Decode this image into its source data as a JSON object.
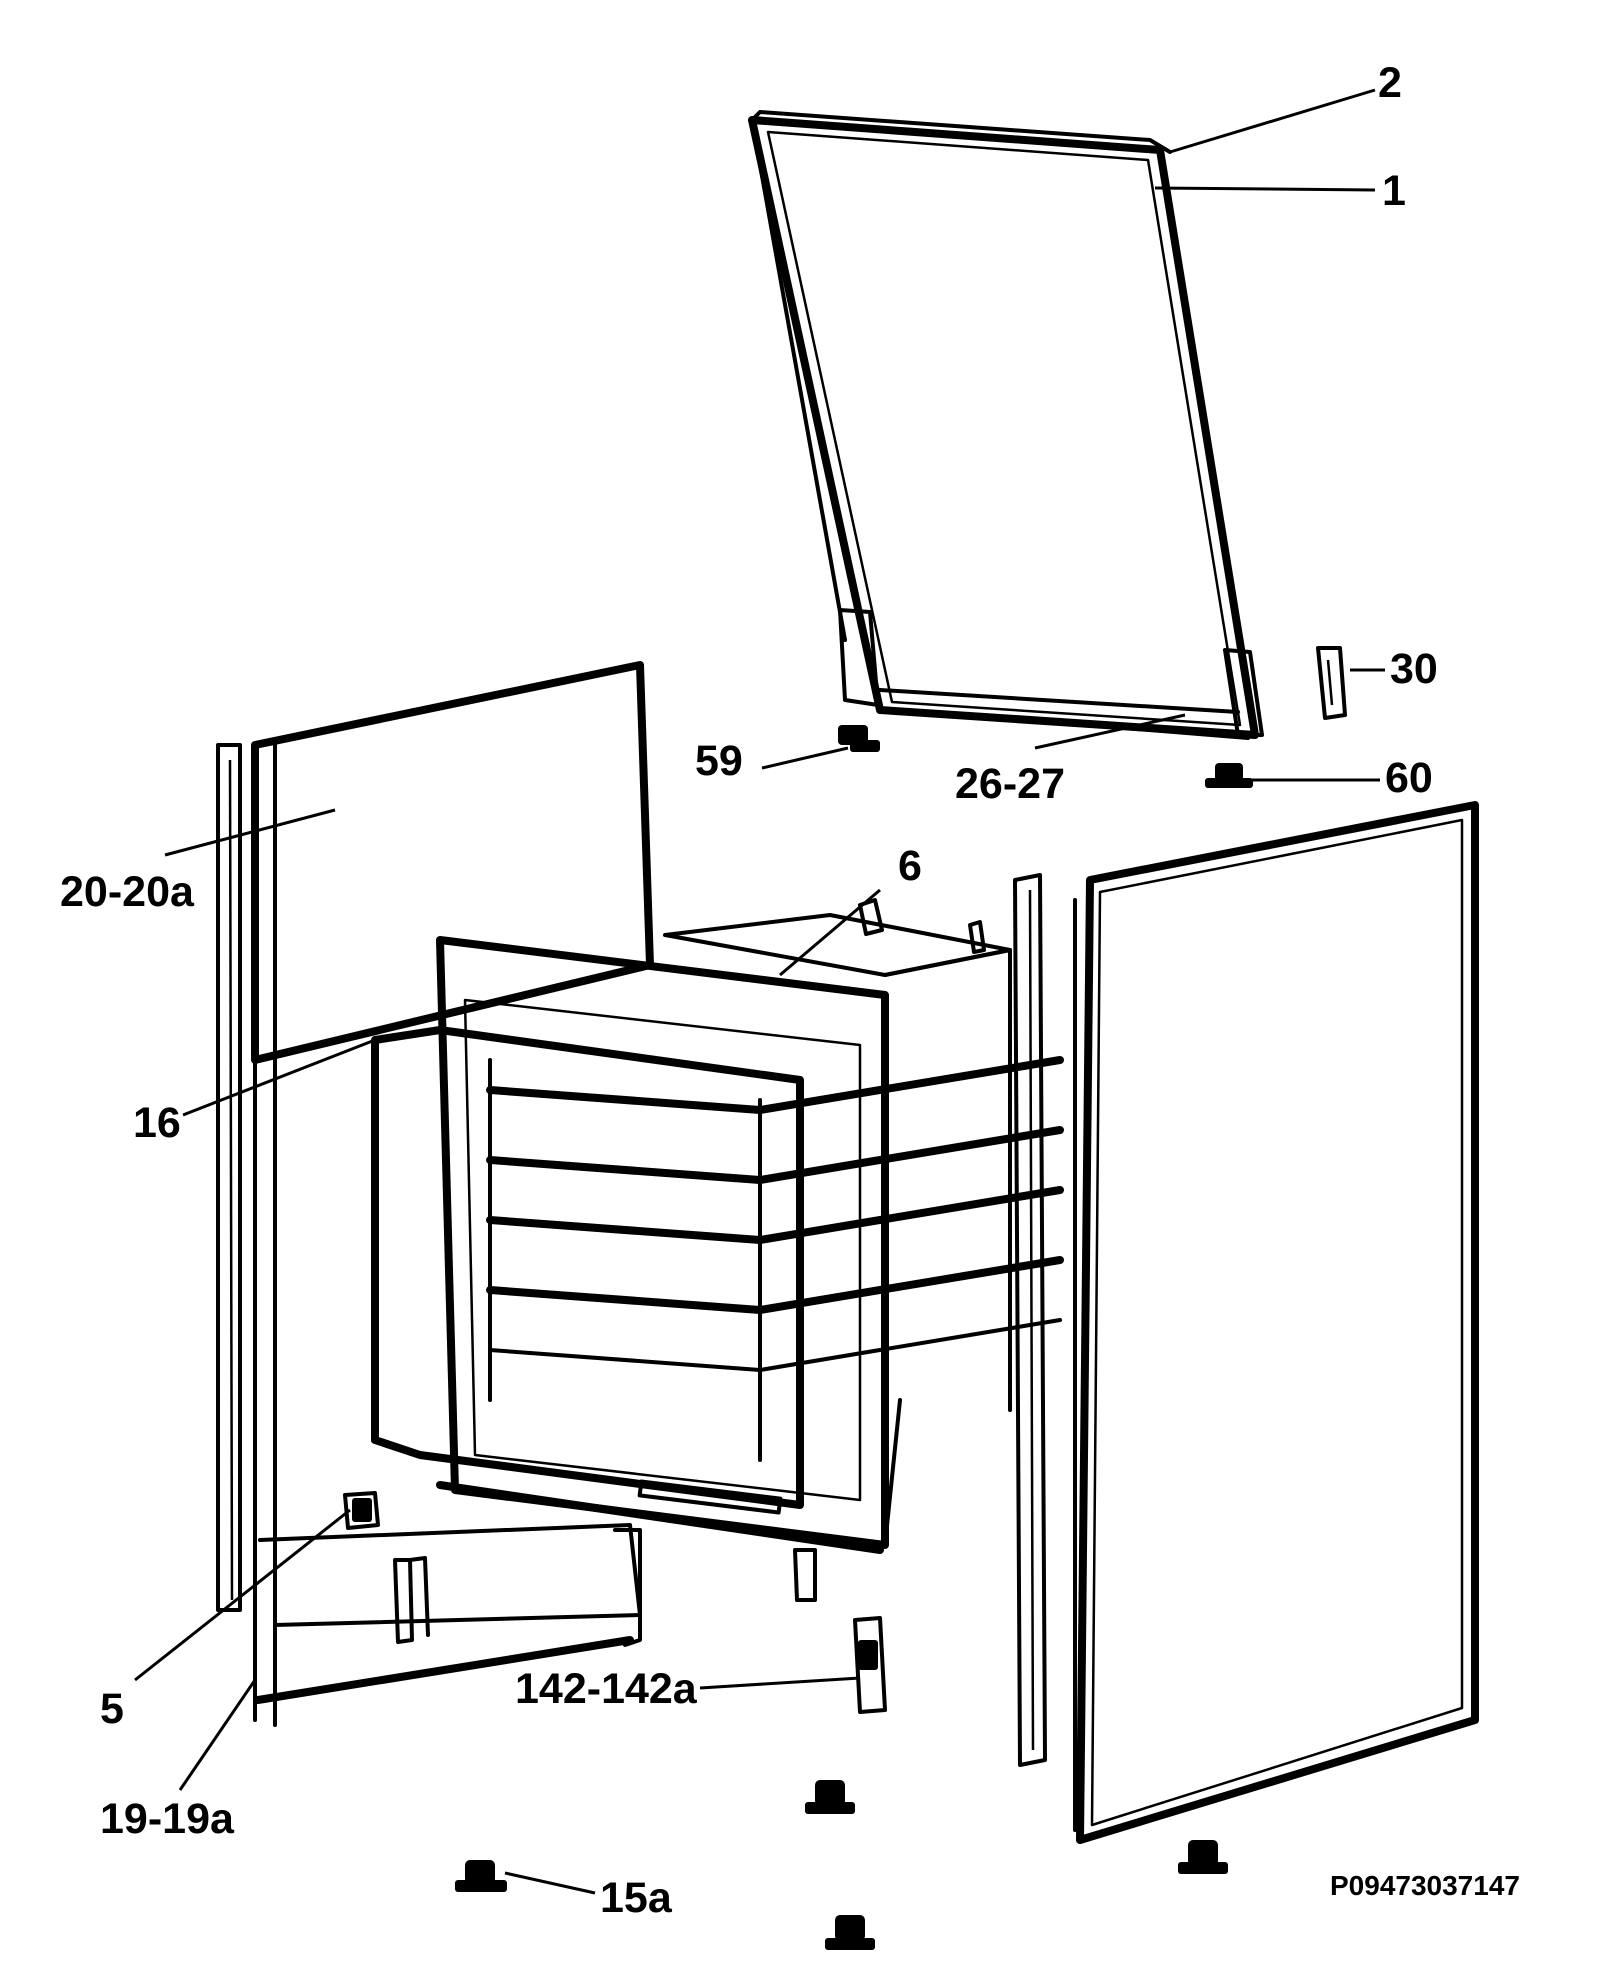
{
  "diagram": {
    "document_number": "P09473037147",
    "callouts": [
      {
        "id": "2",
        "label": "2"
      },
      {
        "id": "1",
        "label": "1"
      },
      {
        "id": "30",
        "label": "30"
      },
      {
        "id": "59",
        "label": "59"
      },
      {
        "id": "26-27",
        "label": "26-27"
      },
      {
        "id": "60",
        "label": "60"
      },
      {
        "id": "20-20a",
        "label": "20-20a"
      },
      {
        "id": "6",
        "label": "6"
      },
      {
        "id": "16",
        "label": "16"
      },
      {
        "id": "5",
        "label": "5"
      },
      {
        "id": "142-142a",
        "label": "142-142a"
      },
      {
        "id": "19-19a",
        "label": "19-19a"
      },
      {
        "id": "15a",
        "label": "15a"
      }
    ],
    "colors": {
      "line": "#000000",
      "background": "#ffffff"
    }
  }
}
